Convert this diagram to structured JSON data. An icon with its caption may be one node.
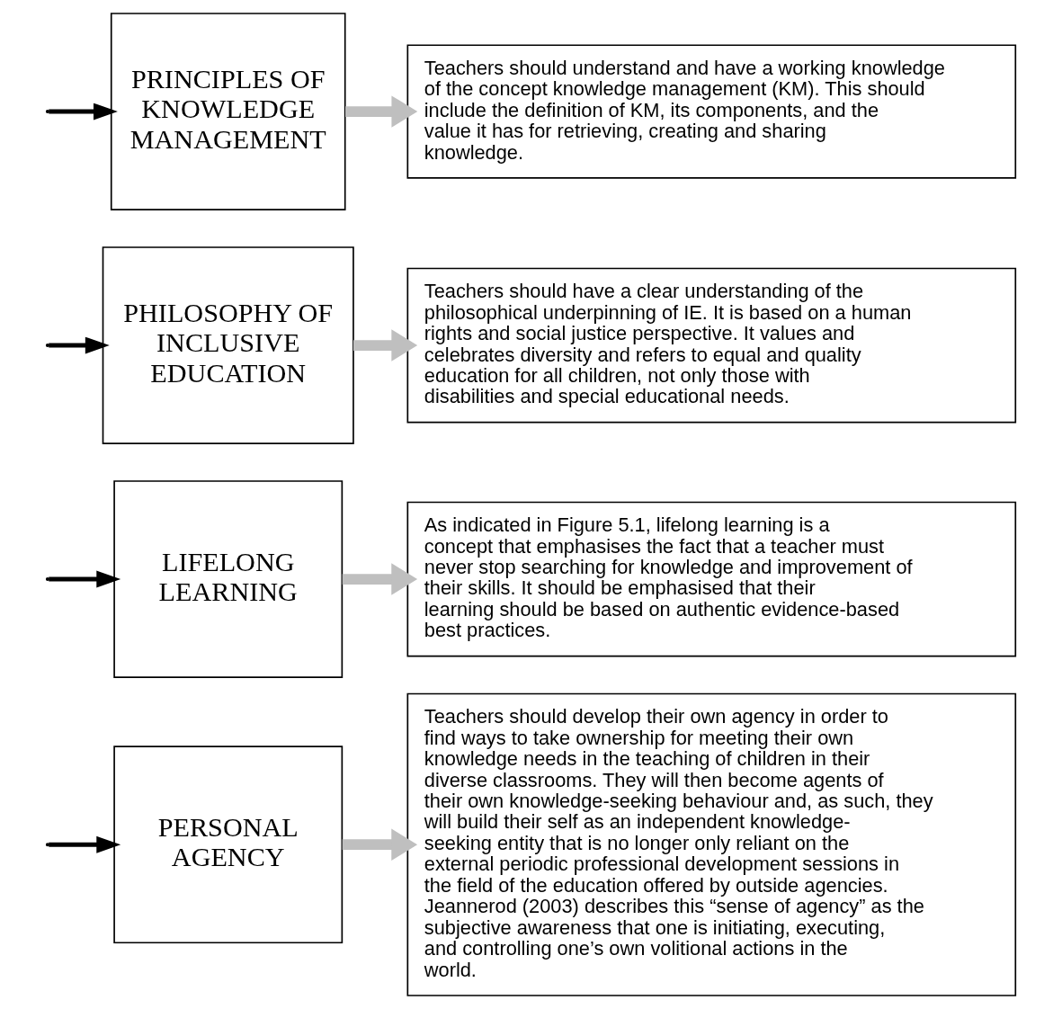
{
  "diagram": {
    "nodes": [
      {
        "text": [
          "PERSONAL AGENCY"
        ]
      },
      {
        "text": [
          "Teachers should develop their own agency in order to find ways to take ownership for meeting their own knowledge needs in the teaching of children in their diverse classrooms. They will then become agents of their own knowledge-seeking behaviour and, as such, they will build their self as an independent knowledge-seeking entity that is no longer only reliant on the external periodic professional development sessions in the field of the education offered by outside agencies. Jeannerod (2003) describes this “sense of agency” as the subjective awareness that one is initiating, executing, and controlling one’s own volitional actions in the world."
        ]
      },
      {
        "text": [
          "LIFELONG LEARNING"
        ]
      },
      {
        "text": [
          "As indicated in Figure 5.1, lifelong learning is a concept that emphasises the fact that a teacher must never stop searching for knowledge and improvement of their skills. It should be emphasised that their learning should be based on authentic evidence-based best practices."
        ]
      },
      {
        "text": [
          "PHILOSOPHY OF INCLUSIVE EDUCATION"
        ]
      },
      {
        "text": [
          "Teachers should have a clear understanding of the philosophical underpinning of IE. It is based on a human rights and social justice perspective. It values and celebrates diversity and refers to equal and quality education for all children, not only those with disabilities and special educational needs."
        ]
      },
      {
        "text": [
          "PRINCIPLES OF KNOWLEDGE MANAGEMENT"
        ]
      },
      {
        "text": [
          "Teachers should understand and have a working knowledge of the concept knowledge management (KM). This should include the definition of KM, its components, and the value it has for retrieving, creating and sharing knowledge."
        ]
      }
    ],
    "edges": [
      {
        "from": null,
        "to": 0,
        "arrow": "to"
      },
      {
        "from": null,
        "to": 2,
        "arrow": "to"
      },
      {
        "from": null,
        "to": 4,
        "arrow": "to"
      },
      {
        "from": null,
        "to": 6,
        "arrow": "to"
      },
      {
        "from": 0,
        "to": 1,
        "arrow": "to",
        "style": "thick",
        "color": "#bfbfbf"
      },
      {
        "from": 2,
        "to": 3,
        "arrow": "to",
        "style": "thick",
        "color": "#bfbfbf"
      },
      {
        "from": 4,
        "to": 5,
        "arrow": "to",
        "style": "thick",
        "color": "#bfbfbf"
      },
      {
        "from": 6,
        "to": 7,
        "arrow": "to",
        "style": "thick",
        "color": "#bfbfbf"
      }
    ]
  }
}
